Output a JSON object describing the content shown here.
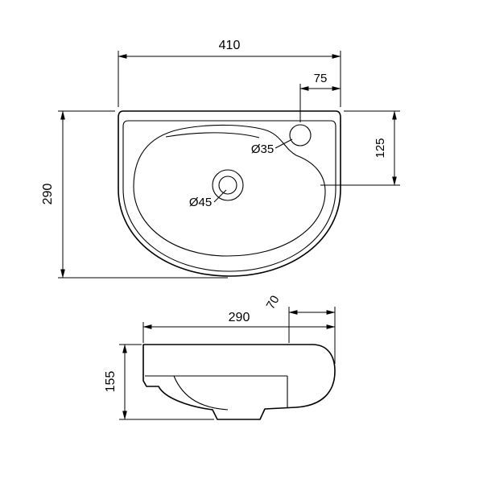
{
  "drawing": {
    "subject": "wall-hung washbasin technical drawing",
    "views": {
      "top": {
        "dims": {
          "overall_width": "410",
          "tap_hole_offset": "75",
          "overall_depth": "290",
          "drain_from_back": "125",
          "tap_hole_diameter": "Ø35",
          "drain_diameter": "Ø45"
        }
      },
      "side": {
        "dims": {
          "depth": "290",
          "ledge_depth": "70",
          "height": "155"
        }
      }
    }
  }
}
